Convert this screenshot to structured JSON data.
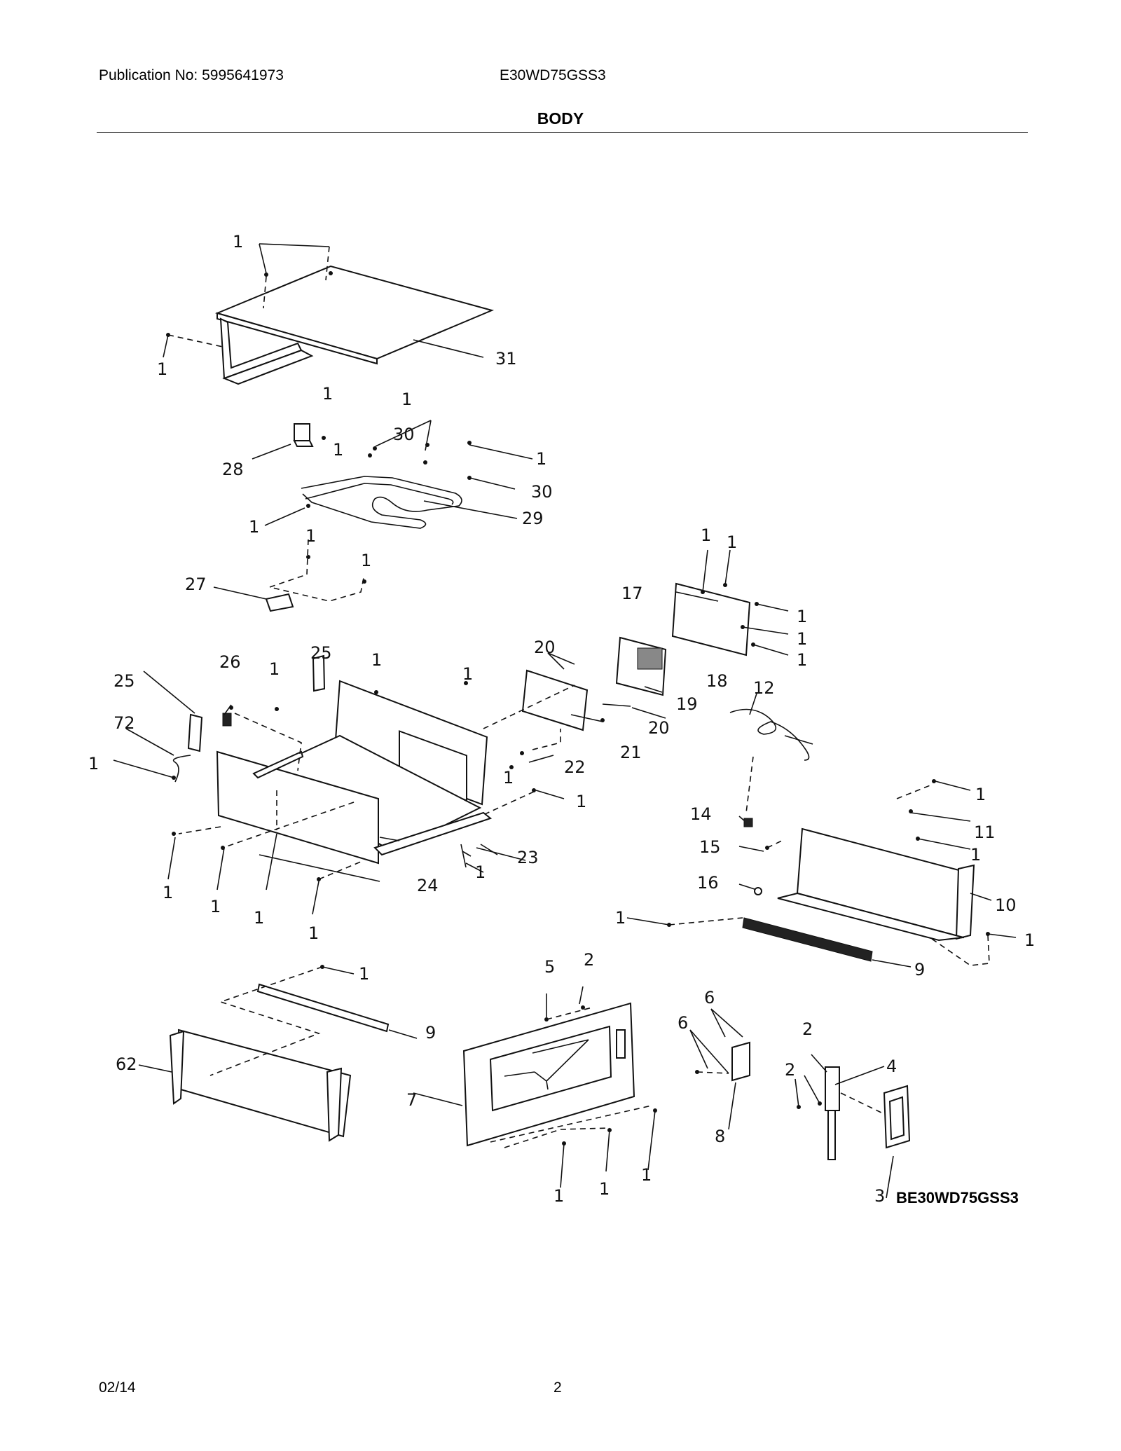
{
  "header": {
    "publication": "Publication No: 5995641973",
    "model": "E30WD75GSS3",
    "section_title": "BODY"
  },
  "diagram": {
    "code": "BE30WD75GSS3",
    "callouts": {
      "c1": "1",
      "c2": "2",
      "c3": "3",
      "c4": "4",
      "c5": "5",
      "c6": "6",
      "c7": "7",
      "c8": "8",
      "c9": "9",
      "c10": "10",
      "c11": "11",
      "c12": "12",
      "c14": "14",
      "c15": "15",
      "c16": "16",
      "c17": "17",
      "c18": "18",
      "c19": "19",
      "c20": "20",
      "c21": "21",
      "c22": "22",
      "c23": "23",
      "c24": "24",
      "c25": "25",
      "c26": "26",
      "c27": "27",
      "c28": "28",
      "c29": "29",
      "c30": "30",
      "c31": "31",
      "c62": "62",
      "c72": "72"
    }
  },
  "footer": {
    "date": "02/14",
    "page": "2"
  }
}
